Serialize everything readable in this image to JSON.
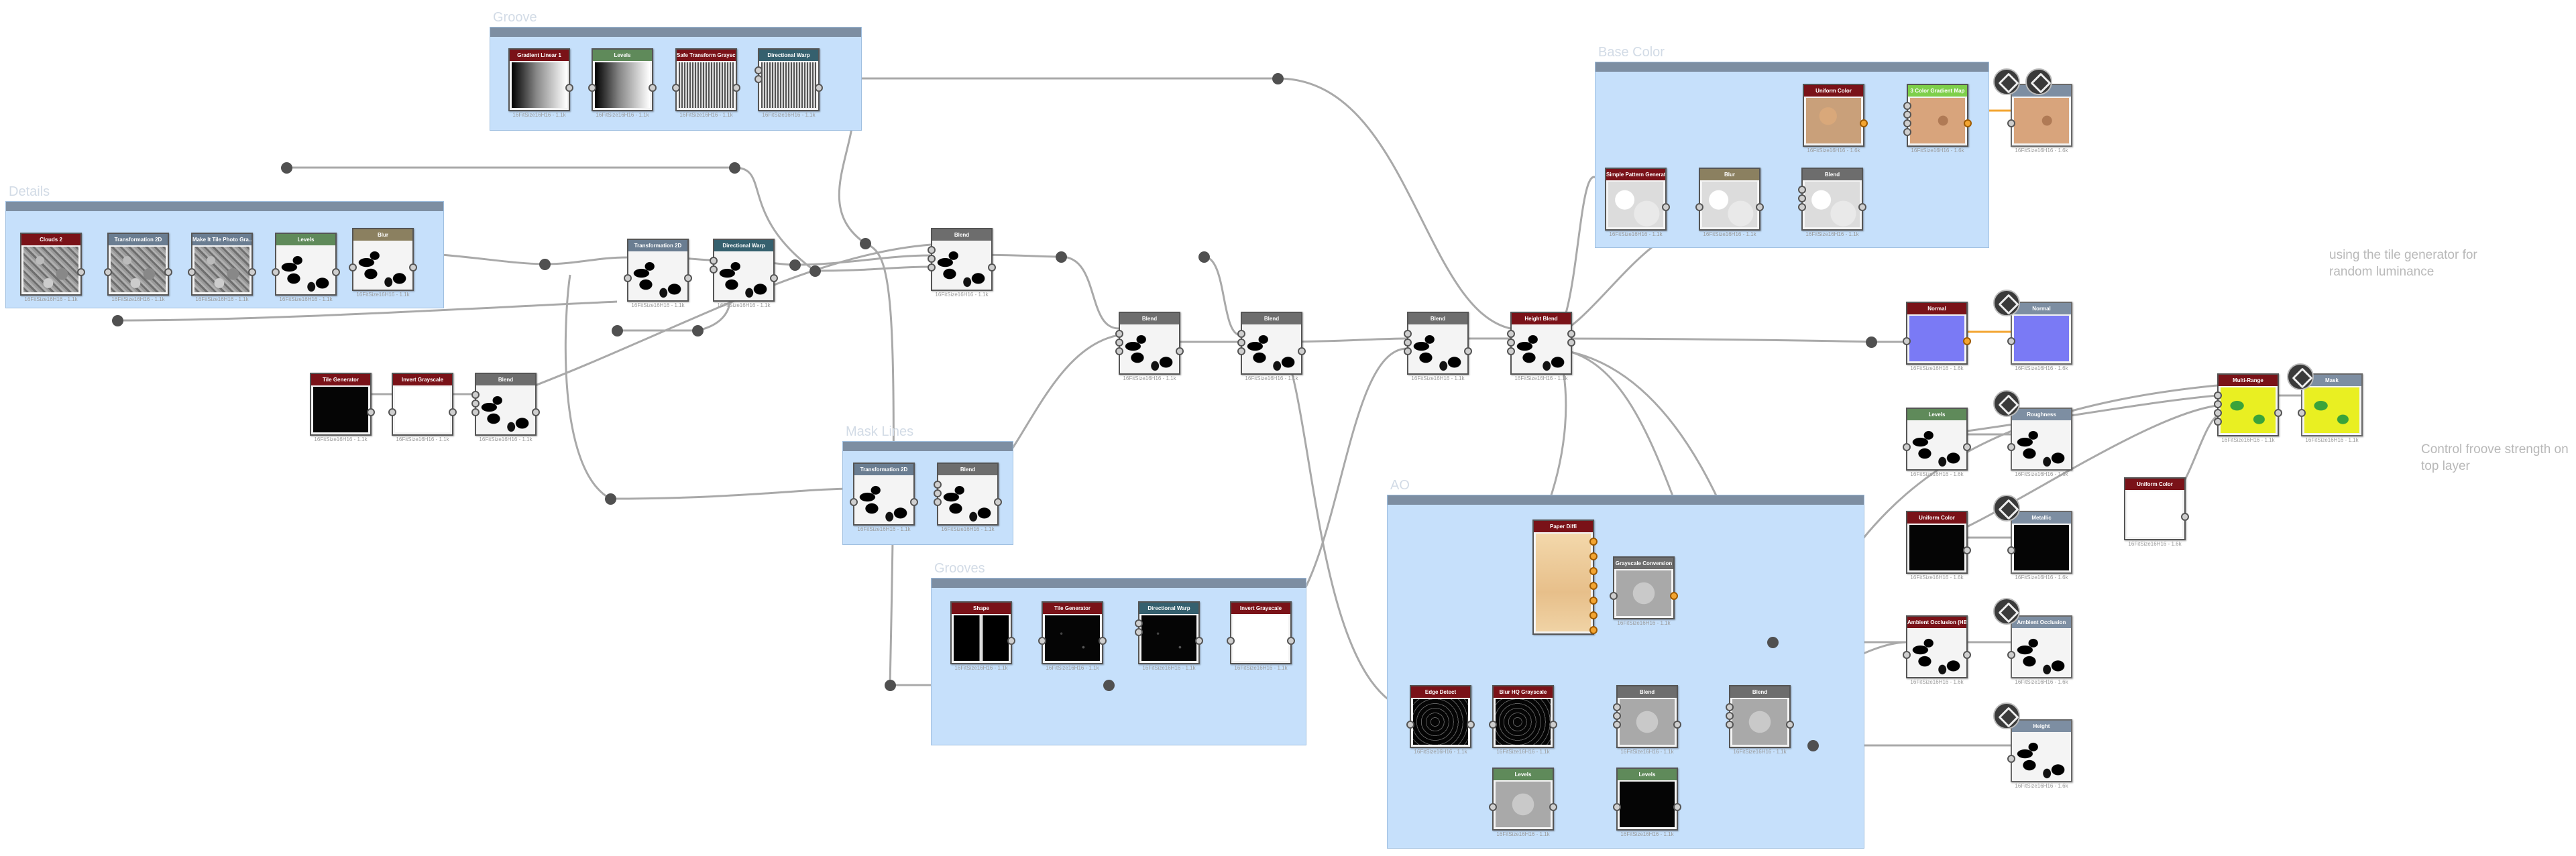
{
  "frames": [
    {
      "id": "f1",
      "title": "Details",
      "color": "#c6e0fb"
    },
    {
      "id": "f2",
      "title": "Groove",
      "color": "#c6e0fb"
    },
    {
      "id": "f3",
      "title": "Mask Lines",
      "color": "#c6e0fb"
    },
    {
      "id": "f4",
      "title": "Grooves",
      "color": "#c6e0fb"
    },
    {
      "id": "f5",
      "title": "Base Color",
      "color": "#c6e0fb"
    },
    {
      "id": "f6",
      "title": "AO",
      "color": "#c6e0fb"
    }
  ],
  "nodes": [
    {
      "id": "n1",
      "title": "Clouds 2",
      "header": "#7a1218",
      "thumb": "noise",
      "info": "16FitSize16H16 - 1.1k",
      "inputs": 0,
      "outputs": 1
    },
    {
      "id": "n2",
      "title": "Transformation 2D",
      "header": "#6a7d91",
      "thumb": "noise",
      "info": "16FitSize16H16 - 1.1k",
      "inputs": 1,
      "outputs": 1
    },
    {
      "id": "n3",
      "title": "Make It Tile Photo Gra...",
      "header": "#6a7d91",
      "thumb": "noise",
      "info": "16FitSize16H16 - 1.1k",
      "inputs": 1,
      "outputs": 1
    },
    {
      "id": "n4",
      "title": "Levels",
      "header": "#5f8a5a",
      "thumb": "splat",
      "info": "16FitSize16H16 - 1.1k",
      "inputs": 1,
      "outputs": 1
    },
    {
      "id": "n5",
      "title": "Blur",
      "header": "#8b8060",
      "thumb": "splat",
      "info": "16FitSize16H16 - 1.1k",
      "inputs": 1,
      "outputs": 1
    },
    {
      "id": "n6",
      "title": "Transformation 2D",
      "header": "#6a7d91",
      "thumb": "splat",
      "info": "16FitSize16H16 - 1.1k",
      "inputs": 1,
      "outputs": 1
    },
    {
      "id": "n7",
      "title": "Directional Warp",
      "header": "#35606e",
      "thumb": "splat",
      "info": "16FitSize16H16 - 1.1k",
      "inputs": 2,
      "outputs": 1
    },
    {
      "id": "n8",
      "title": "Tile Generator",
      "header": "#7a1218",
      "thumb": "black",
      "info": "16FitSize16H16 - 1.1k",
      "inputs": 0,
      "outputs": 1
    },
    {
      "id": "n9",
      "title": "Invert Grayscale",
      "header": "#7a1218",
      "thumb": "white",
      "info": "16FitSize16H16 - 1.1k",
      "inputs": 1,
      "outputs": 1
    },
    {
      "id": "n10",
      "title": "Blend",
      "header": "#6d6d6d",
      "thumb": "splat",
      "info": "16FitSize16H16 - 1.1k",
      "inputs": 3,
      "outputs": 1
    },
    {
      "id": "n11",
      "title": "Gradient Linear 1",
      "header": "#7a1218",
      "thumb": "grad",
      "info": "16FitSize16H16 - 1.1k",
      "inputs": 0,
      "outputs": 1
    },
    {
      "id": "n12",
      "title": "Levels",
      "header": "#5f8a5a",
      "thumb": "grad",
      "info": "16FitSize16H16 - 1.1k",
      "inputs": 1,
      "outputs": 1
    },
    {
      "id": "n13",
      "title": "Safe Transform Graysc...",
      "header": "#7a1218",
      "thumb": "stripes",
      "info": "16FitSize16H16 - 1.1k",
      "inputs": 1,
      "outputs": 1
    },
    {
      "id": "n14",
      "title": "Directional Warp",
      "header": "#35606e",
      "thumb": "stripes",
      "info": "16FitSize16H16 - 1.1k",
      "inputs": 2,
      "outputs": 1
    },
    {
      "id": "n15",
      "title": "Blend",
      "header": "#6d6d6d",
      "thumb": "splat",
      "info": "16FitSize16H16 - 1.1k",
      "inputs": 3,
      "outputs": 1
    },
    {
      "id": "n16",
      "title": "Transformation 2D",
      "header": "#6a7d91",
      "thumb": "splat",
      "info": "16FitSize16H16 - 1.1k",
      "inputs": 1,
      "outputs": 1
    },
    {
      "id": "n17",
      "title": "Blend",
      "header": "#6d6d6d",
      "thumb": "splat",
      "info": "16FitSize16H16 - 1.1k",
      "inputs": 3,
      "outputs": 1
    },
    {
      "id": "n18",
      "title": "Blend",
      "header": "#6d6d6d",
      "thumb": "splat",
      "info": "16FitSize16H16 - 1.1k",
      "inputs": 3,
      "outputs": 1
    },
    {
      "id": "n19",
      "title": "Blend",
      "header": "#6d6d6d",
      "thumb": "splat",
      "info": "16FitSize16H16 - 1.1k",
      "inputs": 3,
      "outputs": 1
    },
    {
      "id": "n20",
      "title": "Blend",
      "header": "#6d6d6d",
      "thumb": "splat",
      "info": "16FitSize16H16 - 1.1k",
      "inputs": 3,
      "outputs": 1
    },
    {
      "id": "n21",
      "title": "Height Blend",
      "header": "#7a1218",
      "thumb": "splat",
      "info": "16FitSize16H16 - 1.1k",
      "inputs": 3,
      "outputs": 2
    },
    {
      "id": "n22",
      "title": "Shape",
      "header": "#7a1218",
      "thumb": "vline",
      "info": "16FitSize16H16 - 1.1k",
      "inputs": 0,
      "outputs": 1
    },
    {
      "id": "n23",
      "title": "Tile Generator",
      "header": "#7a1218",
      "thumb": "blackspeck",
      "info": "16FitSize16H16 - 1.1k",
      "inputs": 1,
      "outputs": 1
    },
    {
      "id": "n24",
      "title": "Directional Warp",
      "header": "#35606e",
      "thumb": "blackspeck",
      "info": "16FitSize16H16 - 1.1k",
      "inputs": 2,
      "outputs": 1
    },
    {
      "id": "n25",
      "title": "Invert Grayscale",
      "header": "#7a1218",
      "thumb": "white",
      "info": "16FitSize16H16 - 1.1k",
      "inputs": 1,
      "outputs": 1
    },
    {
      "id": "n26",
      "title": "Uniform Color",
      "header": "#7a1218",
      "thumb": "tan",
      "info": "16FitSize16H16 - 1.6k",
      "inputs": 0,
      "outputs": 1
    },
    {
      "id": "n27",
      "title": "Simple Pattern Generator",
      "header": "#7a1218",
      "thumb": "cloud",
      "info": "16FitSize16H16 - 1.1k",
      "inputs": 0,
      "outputs": 1
    },
    {
      "id": "n28",
      "title": "Blur",
      "header": "#8b8060",
      "thumb": "cloud",
      "info": "16FitSize16H16 - 1.1k",
      "inputs": 1,
      "outputs": 1
    },
    {
      "id": "n29",
      "title": "Blend",
      "header": "#6d6d6d",
      "thumb": "cloud",
      "info": "16FitSize16H16 - 1.1k",
      "inputs": 3,
      "outputs": 1
    },
    {
      "id": "n30",
      "title": "3 Color Gradient Map",
      "header": "#7ecf4a",
      "thumb": "tan2",
      "info": "16FitSize16H16 - 1.6k",
      "inputs": 4,
      "outputs": 1
    },
    {
      "id": "n31",
      "title": "",
      "header": "#7d8ea2",
      "thumb": "tan2",
      "info": "16FitSize16H16 - 1.6k",
      "inputs": 1,
      "outputs": 0
    },
    {
      "id": "n32",
      "title": "Normal",
      "header": "#7a1218",
      "thumb": "purple",
      "info": "16FitSize16H16 - 1.6k",
      "inputs": 1,
      "outputs": 1
    },
    {
      "id": "n33",
      "title": "Normal",
      "header": "#7d8ea2",
      "thumb": "purple",
      "info": "16FitSize16H16 - 1.6k",
      "inputs": 1,
      "outputs": 0
    },
    {
      "id": "n34",
      "title": "Levels",
      "header": "#5f8a5a",
      "thumb": "splat",
      "info": "16FitSize16H16 - 1.6k",
      "inputs": 1,
      "outputs": 1
    },
    {
      "id": "n35",
      "title": "Roughness",
      "header": "#7d8ea2",
      "thumb": "splat",
      "info": "16FitSize16H16 - 1.6k",
      "inputs": 1,
      "outputs": 0
    },
    {
      "id": "n36",
      "title": "Uniform Color",
      "header": "#7a1218",
      "thumb": "black",
      "info": "16FitSize16H16 - 1.6k",
      "inputs": 0,
      "outputs": 1
    },
    {
      "id": "n37",
      "title": "Metallic",
      "header": "#7d8ea2",
      "thumb": "black",
      "info": "16FitSize16H16 - 1.6k",
      "inputs": 1,
      "outputs": 0
    },
    {
      "id": "n38",
      "title": "Ambient Occlusion (HBA...",
      "header": "#7a1218",
      "thumb": "splat",
      "info": "16FitSize16H16 - 1.6k",
      "inputs": 1,
      "outputs": 1
    },
    {
      "id": "n39",
      "title": "Ambient Occlusion",
      "header": "#7d8ea2",
      "thumb": "splat",
      "info": "16FitSize16H16 - 1.6k",
      "inputs": 1,
      "outputs": 0
    },
    {
      "id": "n40",
      "title": "Height",
      "header": "#7d8ea2",
      "thumb": "splat",
      "info": "16FitSize16H16 - 1.6k",
      "inputs": 1,
      "outputs": 0
    },
    {
      "id": "n41",
      "title": "Uniform Color",
      "header": "#7a1218",
      "thumb": "white",
      "info": "16FitSize16H16 - 1.6k",
      "inputs": 0,
      "outputs": 1
    },
    {
      "id": "n42",
      "title": "Multi-Range",
      "header": "#7a1218",
      "thumb": "yellow",
      "info": "16FitSize16H16 - 1.1k",
      "inputs": 4,
      "outputs": 1
    },
    {
      "id": "n43",
      "title": "Mask",
      "header": "#7d8ea2",
      "thumb": "yellow",
      "info": "16FitSize16H16 - 1.1k",
      "inputs": 1,
      "outputs": 0
    },
    {
      "id": "n44",
      "title": "Paper Diffi",
      "header": "#7a1218",
      "thumb": "paper",
      "info": "",
      "inputs": 0,
      "outputs": 7
    },
    {
      "id": "n45",
      "title": "Grayscale Conversion",
      "header": "#6d6d6d",
      "thumb": "grey",
      "info": "16FitSize16H16 - 1.1k",
      "inputs": 1,
      "outputs": 1
    },
    {
      "id": "n46",
      "title": "Edge Detect",
      "header": "#7a1218",
      "thumb": "edges",
      "info": "16FitSize16H16 - 1.1k",
      "inputs": 1,
      "outputs": 1
    },
    {
      "id": "n47",
      "title": "Blur HQ Grayscale",
      "header": "#7a1218",
      "thumb": "edges",
      "info": "16FitSize16H16 - 1.1k",
      "inputs": 1,
      "outputs": 1
    },
    {
      "id": "n48",
      "title": "Blend",
      "header": "#6d6d6d",
      "thumb": "grey",
      "info": "16FitSize16H16 - 1.1k",
      "inputs": 3,
      "outputs": 1
    },
    {
      "id": "n49",
      "title": "Blend",
      "header": "#6d6d6d",
      "thumb": "grey",
      "info": "16FitSize16H16 - 1.1k",
      "inputs": 3,
      "outputs": 1
    },
    {
      "id": "n50",
      "title": "Levels",
      "header": "#5f8a5a",
      "thumb": "grey",
      "info": "16FitSize16H16 - 1.1k",
      "inputs": 1,
      "outputs": 1
    },
    {
      "id": "n51",
      "title": "Levels",
      "header": "#5f8a5a",
      "thumb": "black",
      "info": "16FitSize16H16 - 1.1k",
      "inputs": 1,
      "outputs": 1
    }
  ],
  "comments": [
    {
      "id": "c1",
      "lines": [
        "using the tile generator for",
        "random luminance"
      ]
    },
    {
      "id": "c2",
      "lines": [
        "Control froove strength on",
        "top layer"
      ]
    }
  ]
}
